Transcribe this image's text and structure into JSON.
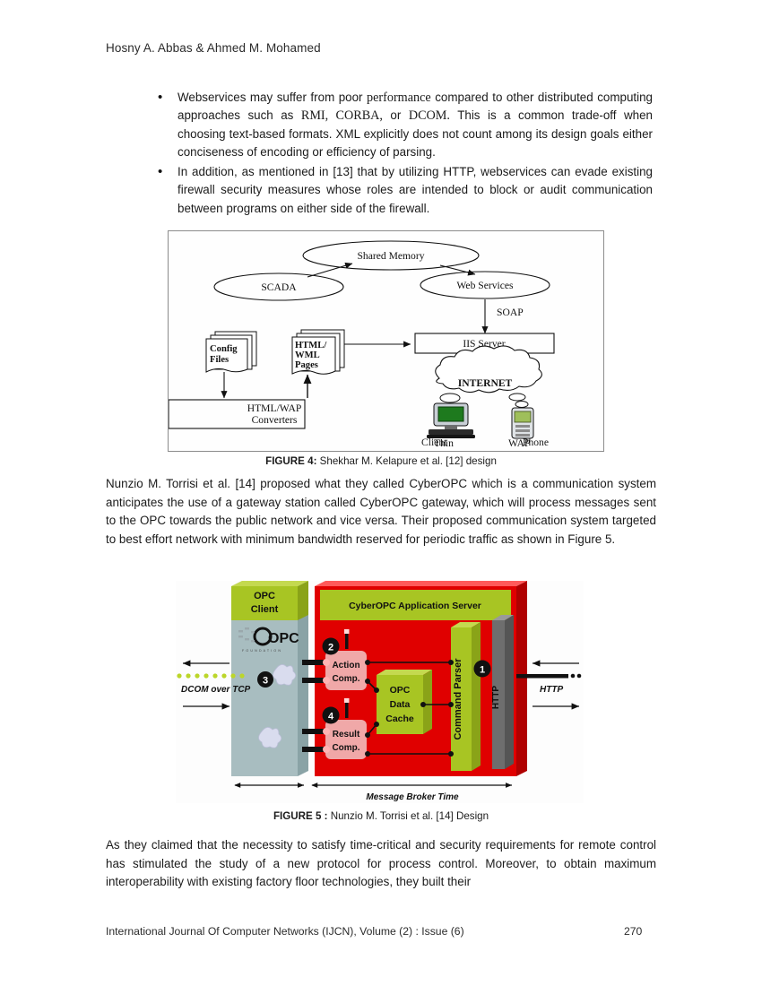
{
  "running_head": "Hosny A. Abbas & Ahmed M. Mohamed",
  "bullets": [
    {
      "marker": "•",
      "segments": [
        {
          "text": "Webservices may suffer from poor ",
          "style": "normal"
        },
        {
          "text": "performance",
          "style": "serif"
        },
        {
          "text": " compared to other distributed computing approaches such as ",
          "style": "normal"
        },
        {
          "text": "RMI, CORBA,",
          "style": "serif"
        },
        {
          "text": " or ",
          "style": "normal"
        },
        {
          "text": "DCOM.",
          "style": "serif"
        },
        {
          "text": " This is a common trade-off when choosing text-based formats. XML explicitly does not count among its design goals either conciseness of encoding or efficiency of parsing.",
          "style": "normal"
        }
      ],
      "plain": "Webservices may suffer from poor performance compared to other distributed computing approaches such as RMI, CORBA, or DCOM. This is a common trade-off when choosing text-based formats. XML explicitly does not count among its design goals either conciseness of encoding or efficiency of parsing."
    },
    {
      "marker": "•",
      "segments": [
        {
          "text": "In addition, as mentioned in [13] that by utilizing HTTP, webservices can evade existing firewall security measures whose roles are intended to block or audit communication between programs on either side of the firewall.",
          "style": "normal"
        }
      ],
      "plain": "In addition, as mentioned in [13] that by utilizing HTTP, webservices can evade existing firewall security measures whose roles are intended to block or audit communication between programs on either side of the firewall."
    }
  ],
  "figure4": {
    "caption_bold": "FIGURE 4:",
    "caption_rest": " Shekhar M. Kelapure et al. [12] design",
    "nodes": {
      "shared_memory": "Shared Memory",
      "scada": "SCADA",
      "web_services": "Web Services",
      "soap": "SOAP",
      "iis_server": "IIS Server",
      "internet": "INTERNET",
      "config_files_l1": "Config",
      "config_files_l2": "Files",
      "html_wml_l1": "HTML/",
      "html_wml_l2": "WML",
      "html_wml_l3": "Pages",
      "converters_l1": "HTML/WAP",
      "converters_l2": "Converters",
      "thin_client_l1": "Thin",
      "thin_client_l2": "Client",
      "wap_phone_l1": "WAP",
      "wap_phone_l2": "Phone"
    },
    "colors": {
      "frame": "#8c8c8c",
      "screen_green": "#1e7a1e",
      "stroke": "#111111"
    }
  },
  "figure5": {
    "caption_bold": "FIGURE 5 :",
    "caption_rest": " Nunzio M. Torrisi et al. [14] Design",
    "labels": {
      "opc_client_l1": "OPC",
      "opc_client_l2": "Client",
      "app_server": "CyberOPC Application Server",
      "opc_logo_main": "OPC",
      "opc_logo_sub": "F O U N D A T I O N",
      "action_comp_l1": "Action",
      "action_comp_l2": "Comp.",
      "result_comp_l1": "Result",
      "result_comp_l2": "Comp.",
      "data_cache_l1": "OPC",
      "data_cache_l2": "Data",
      "data_cache_l3": "Cache",
      "command_parser": "Command Parser",
      "http_block": "HTTP",
      "dcom_label": "DCOM over TCP",
      "http_label": "HTTP",
      "broker_label": "Message Broker Time",
      "marker_1": "1",
      "marker_2": "2",
      "marker_3": "3",
      "marker_4": "4"
    },
    "colors": {
      "server_red": "#e00000",
      "server_red_dark": "#b00000",
      "olive": "#a8c523",
      "olive_dark": "#8aa318",
      "client_grey": "#a8bdc0",
      "client_grey_dark": "#8aa3a6",
      "comp_pink": "#f0a8a8",
      "http_grey": "#6e6e6e",
      "http_grey_dark": "#555555",
      "dotted_green": "#bcd62a"
    }
  },
  "footer": {
    "journal": "International Journal Of Computer Networks (IJCN), Volume (2) : Issue (6)",
    "page": "270"
  }
}
